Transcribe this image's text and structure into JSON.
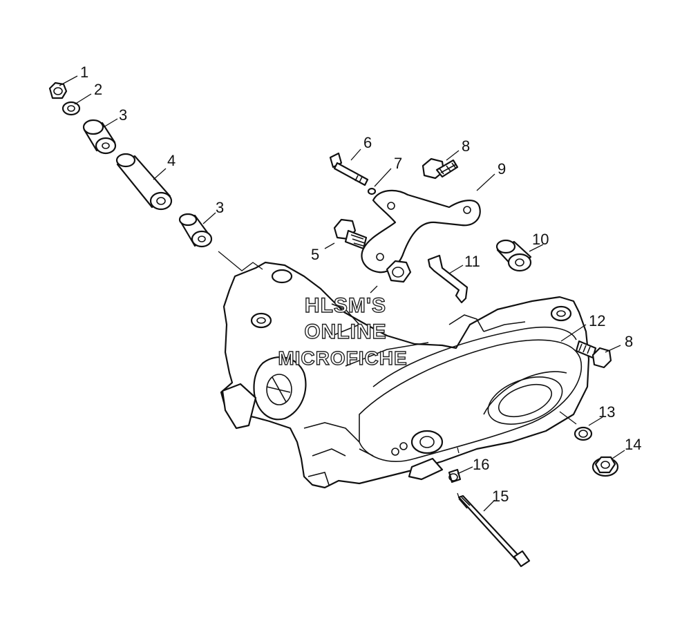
{
  "callouts": [
    "1",
    "2",
    "3",
    "4",
    "3",
    "5",
    "6",
    "7",
    "8",
    "9",
    "10",
    "11",
    "12",
    "8",
    "13",
    "14",
    "16",
    "15"
  ],
  "watermark": [
    "HLSM'S",
    "ONLINE",
    "MICROFICHE"
  ]
}
